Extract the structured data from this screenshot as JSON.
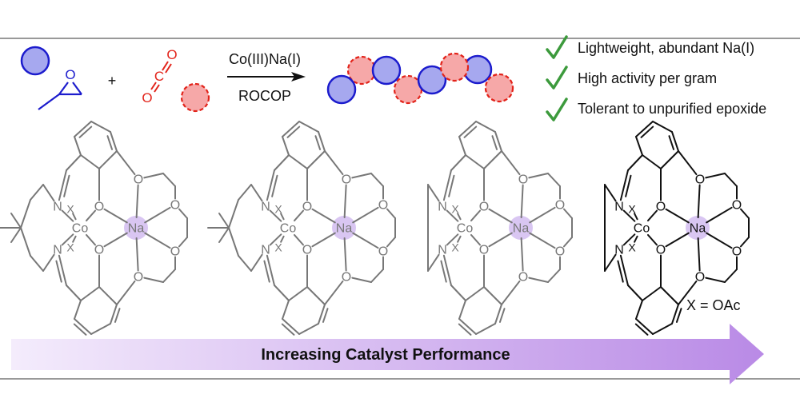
{
  "reaction": {
    "plus": "+",
    "reagent_above": "Co(III)Na(I)",
    "reagent_below": "ROCOP",
    "epoxide_O": "O",
    "co2_O_top": "O",
    "co2_C": "C",
    "co2_O_bottom": "O"
  },
  "benefits": [
    {
      "text": "Lightweight, abundant Na(I)"
    },
    {
      "text": "High activity per gram"
    },
    {
      "text": "Tolerant to unpurified epoxide"
    }
  ],
  "atoms": {
    "N": "N",
    "O": "O",
    "Co": "Co",
    "Na": "Na",
    "X": "X"
  },
  "legend": {
    "x_definition": "X = OAc"
  },
  "banner": {
    "text": "Increasing Catalyst Performance"
  },
  "colors": {
    "blue_fill": "#a6a8ef",
    "blue_stroke": "#1c1ccd",
    "red_fill": "#f6a8a8",
    "red_stroke": "#e2231a",
    "check": "#3c9a3c",
    "struct_grey": "#777777",
    "struct_black": "#111111",
    "na_halo": "#d9c6f2",
    "arrow_start": "#f4ecfc",
    "arrow_end": "#b98ae6"
  }
}
